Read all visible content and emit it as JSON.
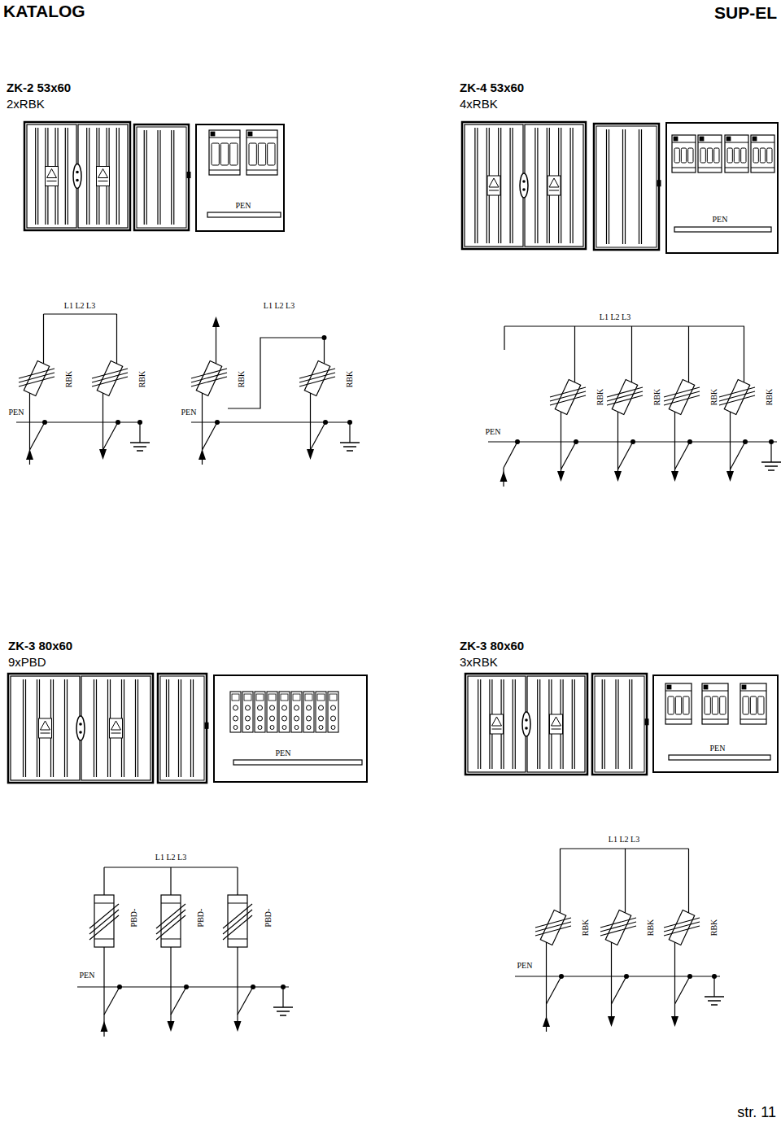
{
  "diagram": {
    "title": "KATALOG",
    "nodes": [
      {
        "text": [
          "PEN"
        ]
      },
      {
        "text": [
          "PEN"
        ]
      },
      {
        "text": [
          "PEN"
        ]
      },
      {
        "text": [
          "PEN"
        ]
      }
    ],
    "labels": [
      "SUP-EL",
      "ZK-2 53x60",
      "2xRBK",
      "ZK-4 53x60",
      "4xRBK",
      "L1 L2 L3",
      "RBK",
      "RBK",
      "PEN",
      "L1 L2 L3",
      "RBK",
      "RBK",
      "PEN",
      "L1 L2 L3",
      "RBK",
      "RBK",
      "RBK",
      "RBK",
      "PEN",
      "ZK-3 80x60",
      "9xPBD",
      "ZK-3 80x60",
      "3xRBK",
      "L1 L2 L3",
      "PBD-",
      "PBD-",
      "PBD-",
      "PEN",
      "L1 L2 L3",
      "RBK",
      "RBK",
      "RBK",
      "PEN",
      "str. 11"
    ]
  }
}
